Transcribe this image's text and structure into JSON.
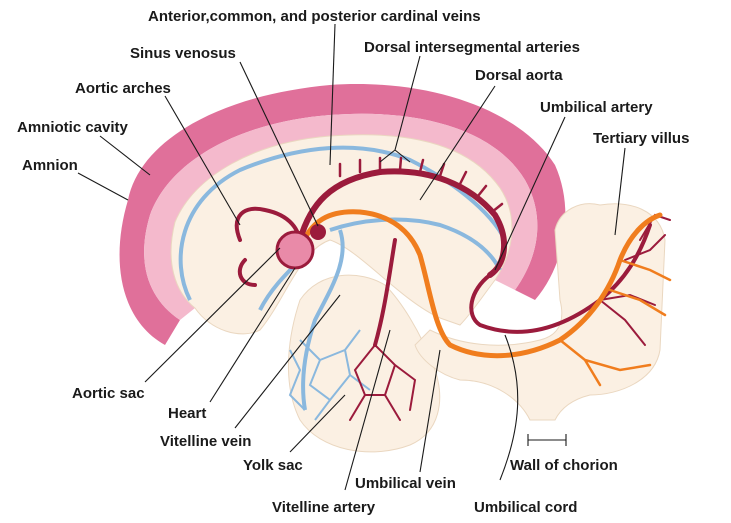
{
  "labels": {
    "cardinal_veins": "Anterior,common, and posterior cardinal veins",
    "sinus_venosus": "Sinus venosus",
    "dorsal_intersegmental_arteries": "Dorsal intersegmental arteries",
    "dorsal_aorta": "Dorsal aorta",
    "aortic_arches": "Aortic arches",
    "umbilical_artery": "Umbilical artery",
    "amniotic_cavity": "Amniotic cavity",
    "tertiary_villus": "Tertiary villus",
    "amnion": "Amnion",
    "aortic_sac": "Aortic sac",
    "heart": "Heart",
    "vitelline_vein": "Vitelline vein",
    "yolk_sac": "Yolk sac",
    "umbilical_vein": "Umbilical vein",
    "wall_of_chorion": "Wall of chorion",
    "vitelline_artery": "Vitelline artery",
    "umbilical_cord": "Umbilical cord"
  },
  "colors": {
    "artery": "#9b1b3c",
    "oxygenated_vein": "#f07d1e",
    "vein": "#8ab8de",
    "amnion_pink": "#e0709a",
    "amnion_light": "#f4b9cc",
    "tissue": "#fbf0e3",
    "tissue_edge": "#ead7c0"
  }
}
